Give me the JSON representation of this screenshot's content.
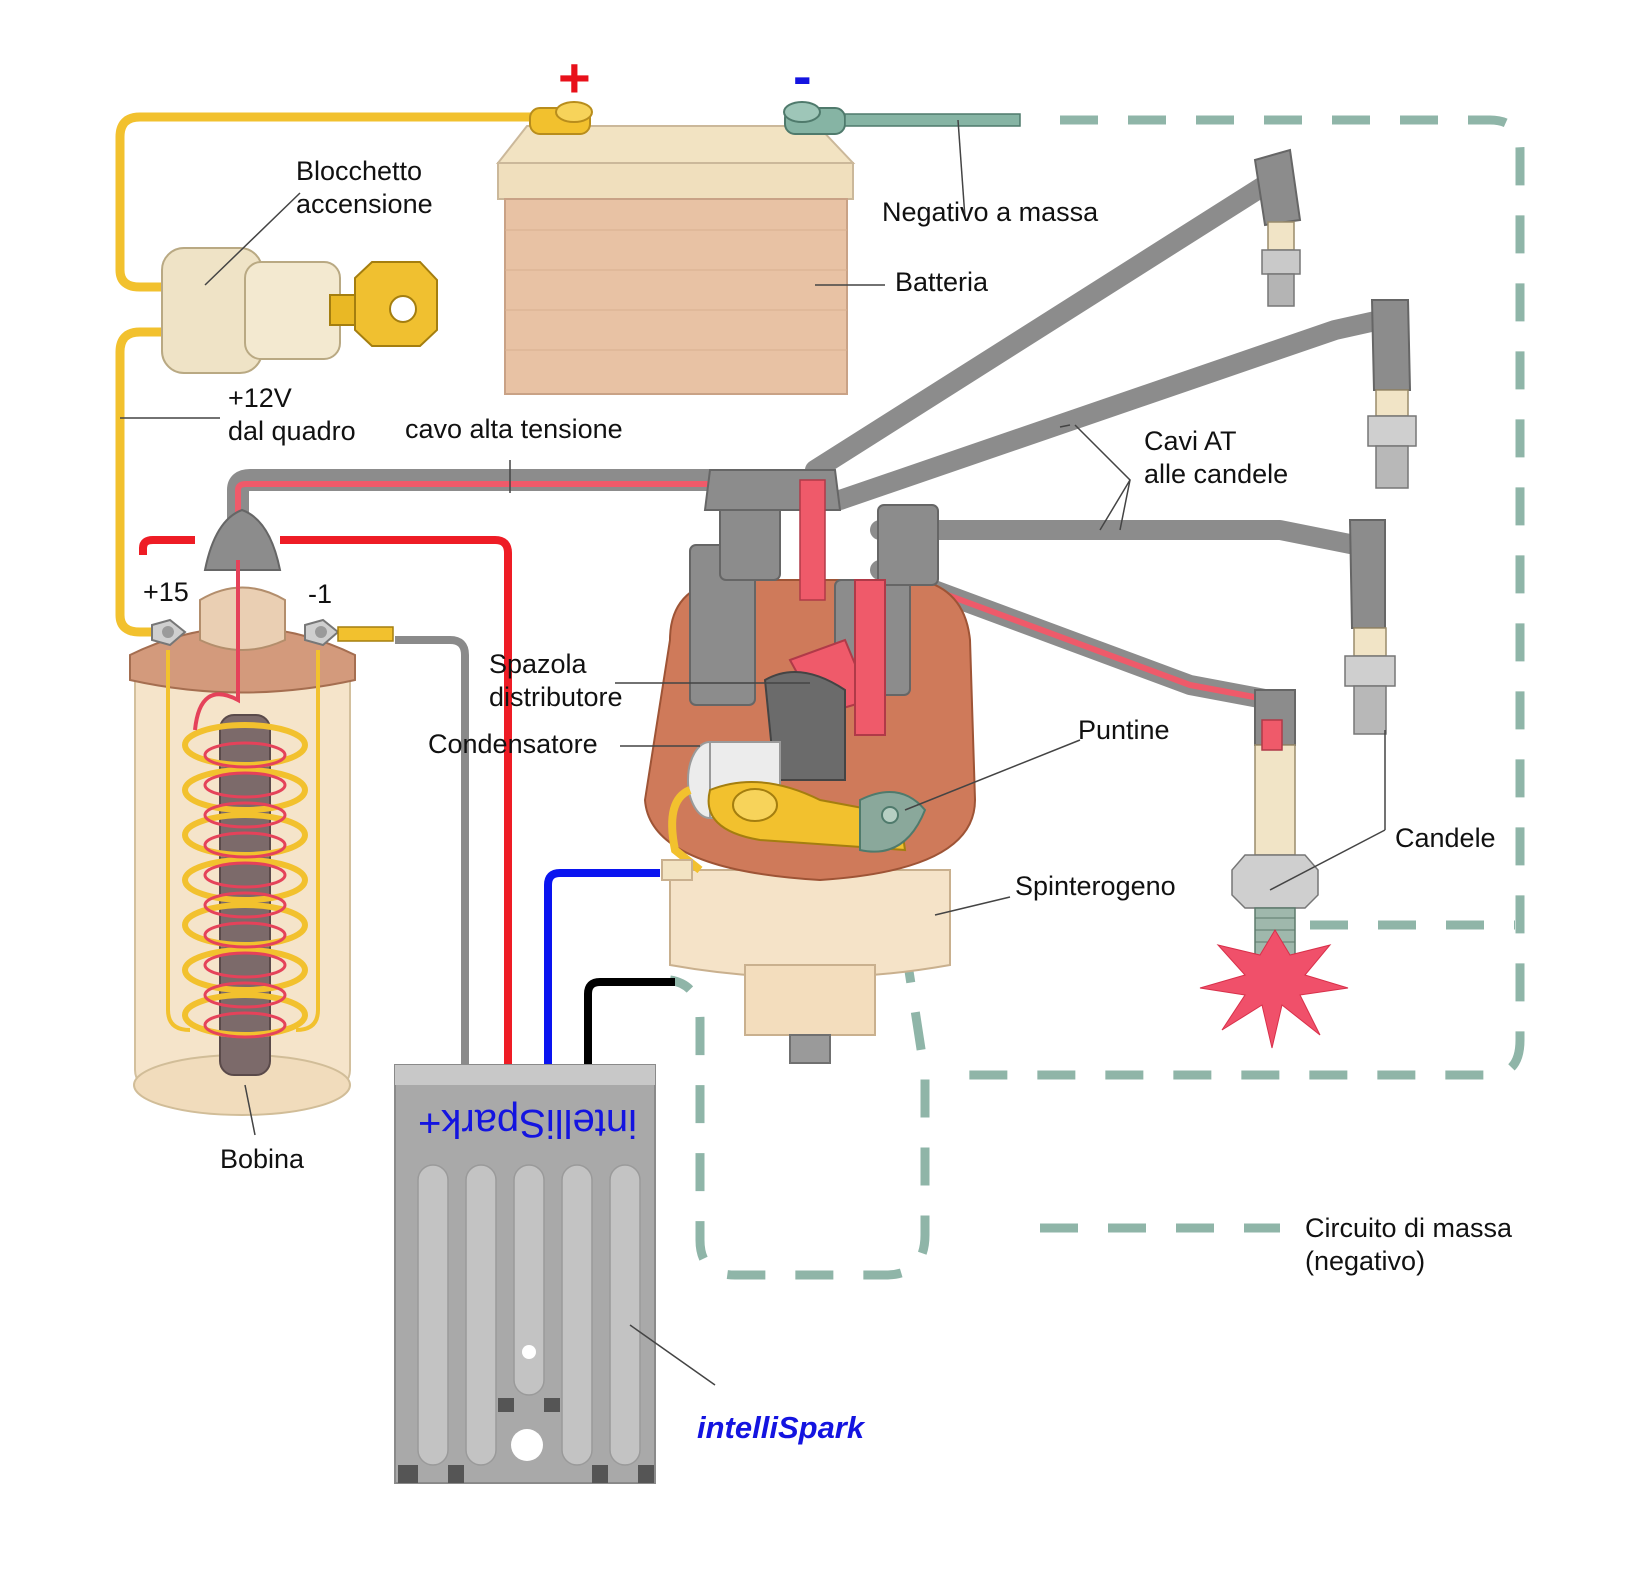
{
  "labels": {
    "plus_sign": "+",
    "minus_sign": "-",
    "blocchetto_line1": "Blocchetto",
    "blocchetto_line2": "accensione",
    "negativo_massa": "Negativo a massa",
    "batteria": "Batteria",
    "v12_line1": "+12V",
    "v12_line2": "dal quadro",
    "cavo_alta_tensione": "cavo alta tensione",
    "cavi_at_line1": "Cavi AT",
    "cavi_at_line2": "alle candele",
    "plus15": "+15",
    "minus1": "-1",
    "spazzola_line1": "Spazola",
    "spazzola_line2": "distributore",
    "condensatore": "Condensatore",
    "puntine": "Puntine",
    "candele": "Candele",
    "spinterogeno": "Spinterogeno",
    "bobina": "Bobina",
    "circuito_line1": "Circuito di massa",
    "circuito_line2": "(negativo)",
    "intellispark_label": "intelliSpark",
    "intellispark_plate": "intelliSpark+"
  },
  "colors": {
    "positive_wire": "#f2c12e",
    "positive_sign": "#e8101a",
    "negative_sign": "#1414e0",
    "ht_lead": "#8c8c8c",
    "ht_core": "#ef5a6a",
    "red_wire": "#ee1c25",
    "blue_wire": "#0a14f0",
    "black_wire": "#000000",
    "gray_wire": "#8a8a8a",
    "ground_dash": "#8fb5a8",
    "battery_body": "#e8c2a4",
    "battery_top": "#f2e3c2",
    "distributor_cap": "#cf7a5a",
    "coil_body": "#f5e3c8",
    "module_plate": "#a9a9a9",
    "brand_blue": "#1414e0"
  }
}
